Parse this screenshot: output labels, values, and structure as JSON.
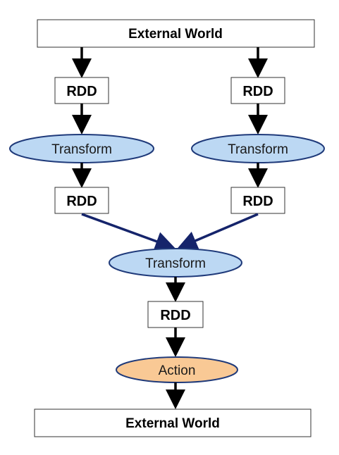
{
  "nodes": {
    "top_world": {
      "label": "External World"
    },
    "rdd_left_1": {
      "label": "RDD"
    },
    "rdd_right_1": {
      "label": "RDD"
    },
    "transform_left": {
      "label": "Transform"
    },
    "transform_right": {
      "label": "Transform"
    },
    "rdd_left_2": {
      "label": "RDD"
    },
    "rdd_right_2": {
      "label": "RDD"
    },
    "transform_center": {
      "label": "Transform"
    },
    "rdd_center": {
      "label": "RDD"
    },
    "action": {
      "label": "Action"
    },
    "bottom_world": {
      "label": "External World"
    }
  },
  "colors": {
    "transform_fill": "#bcd8f3",
    "transform_stroke": "#1f3a7a",
    "action_fill": "#f9c995",
    "action_stroke": "#1f3a7a",
    "box_stroke": "#000000",
    "arrow": "#000000",
    "merge_arrow": "#15246b"
  }
}
